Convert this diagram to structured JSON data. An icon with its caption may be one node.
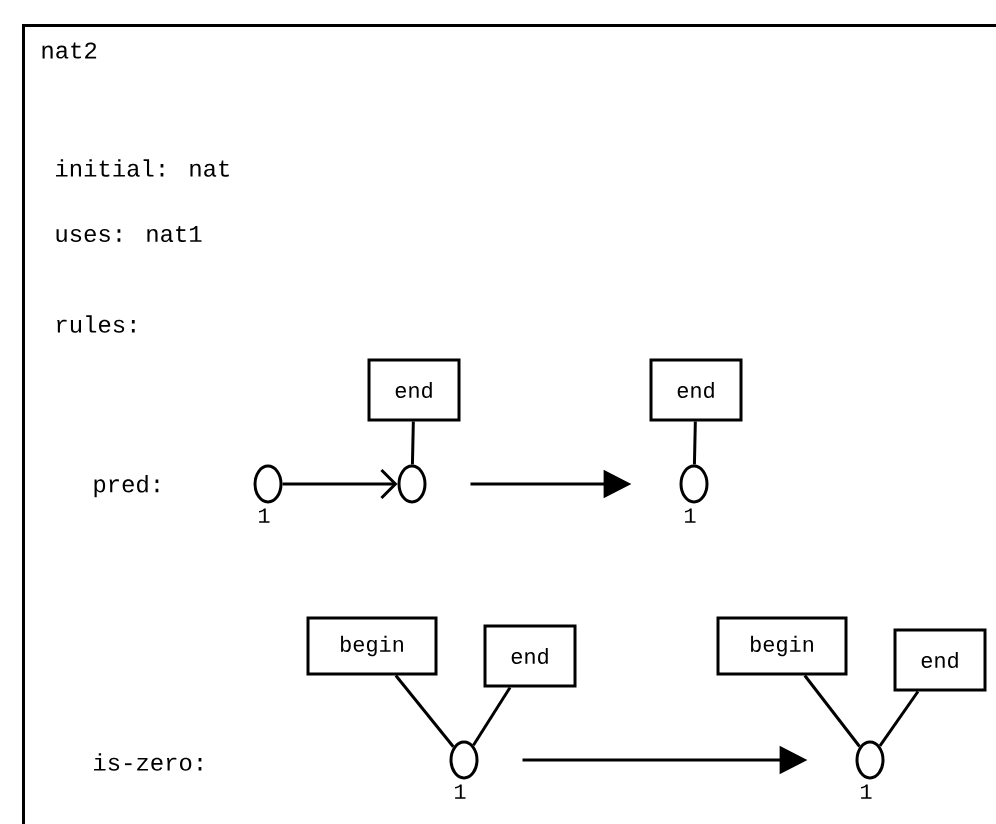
{
  "diagram": {
    "nodes": [
      {
        "text": [
          "nat2"
        ]
      },
      {
        "text": [
          "end"
        ],
        "in": 0
      },
      {
        "text": [
          "end"
        ],
        "in": 0
      },
      {
        "text": [],
        "shape": "circle",
        "in": 0,
        "beside": [
          "1"
        ]
      },
      {
        "text": [],
        "shape": "circle",
        "in": 0
      },
      {
        "text": [],
        "shape": "circle",
        "in": 0,
        "beside": [
          "1"
        ]
      },
      {
        "text": [
          "begin"
        ],
        "in": 0
      },
      {
        "text": [
          "end"
        ],
        "in": 0
      },
      {
        "text": [
          "begin"
        ],
        "in": 0
      },
      {
        "text": [
          "end"
        ],
        "in": 0
      },
      {
        "text": [],
        "shape": "circle",
        "in": 0,
        "beside": [
          "1"
        ]
      },
      {
        "text": [],
        "shape": "circle",
        "in": 0,
        "beside": [
          "1"
        ]
      }
    ],
    "edges": [
      {
        "from": 3,
        "to": 4,
        "arrow": "to"
      },
      {
        "from": 1,
        "to": 4,
        "arrow": "none"
      },
      {
        "from": 2,
        "to": 5,
        "arrow": "none"
      },
      {
        "from": 4,
        "to": 5,
        "arrow": "to"
      },
      {
        "from": 6,
        "to": 10,
        "arrow": "none"
      },
      {
        "from": 7,
        "to": 10,
        "arrow": "none"
      },
      {
        "from": 8,
        "to": 11,
        "arrow": "none"
      },
      {
        "from": 9,
        "to": 11,
        "arrow": "none"
      },
      {
        "from": 10,
        "to": 11,
        "arrow": "to"
      }
    ],
    "labels": [
      "initial: nat",
      "uses: nat1",
      "rules:",
      "pred:",
      "is-zero:"
    ]
  }
}
